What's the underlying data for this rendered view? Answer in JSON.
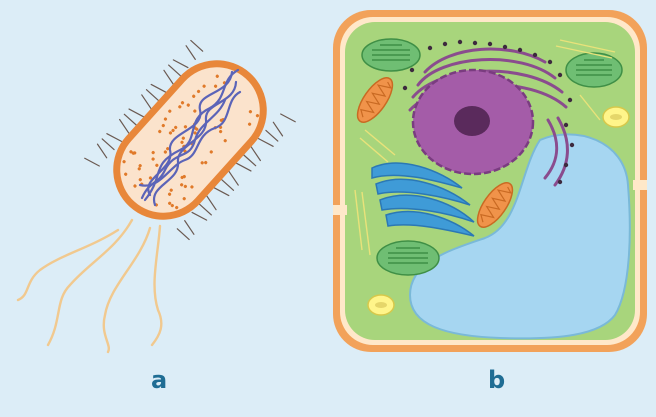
{
  "panels": {
    "a": {
      "label": "a"
    },
    "b": {
      "label": "b"
    }
  },
  "colors": {
    "background": "#dcedf7",
    "bacterium_wall": "#e8873a",
    "bacterium_cytoplasm": "#fbe3cc",
    "ribosome": "#e07a2a",
    "nucleoid": "#5b64b8",
    "flagellum": "#f1c98f",
    "pili": "#6b5a52",
    "plant_wall": "#f2a25a",
    "plant_cytoplasm": "#a8d57c",
    "vacuole": "#a6d6f1",
    "nucleus": "#a45ca8",
    "nucleolus": "#5a2a5c",
    "er": "#8a4c8e",
    "golgi": "#3f9bd7",
    "mitochondrion": "#f0934a",
    "chloroplast": "#6fbe73",
    "vesicle": "#fff58a"
  },
  "icons": [
    "bacterium-cell",
    "plant-cell"
  ]
}
